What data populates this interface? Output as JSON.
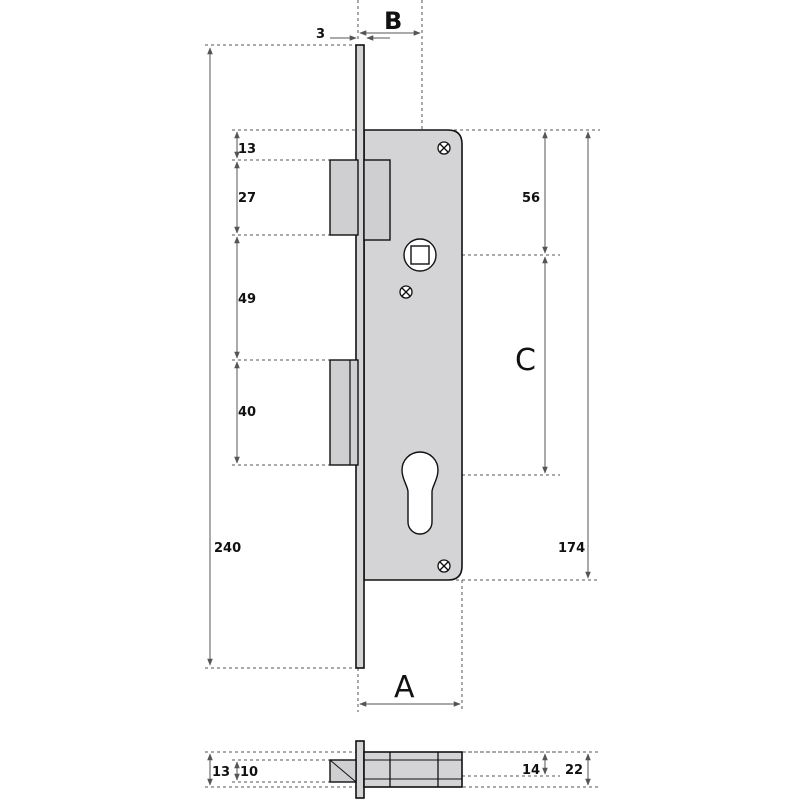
{
  "labels": {
    "faceplate_thickness": "3",
    "B": "B",
    "A": "A",
    "C": "C",
    "latch_offset": "13",
    "latch_height": "27",
    "gap_49": "49",
    "deadbolt_height": "40",
    "overall_240": "240",
    "spindle_56": "56",
    "case_174": "174",
    "bottom_13": "13",
    "bottom_10": "10",
    "bottom_14": "14",
    "bottom_22": "22"
  }
}
